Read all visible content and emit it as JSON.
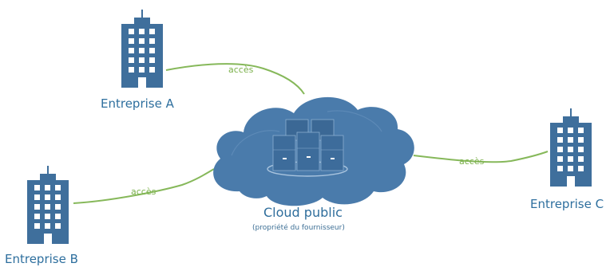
{
  "nodes": {
    "entreprise_a": {
      "label": "Entreprise A"
    },
    "entreprise_b": {
      "label": "Entreprise B"
    },
    "entreprise_c": {
      "label": "Entreprise C"
    }
  },
  "cloud": {
    "title": "Cloud public",
    "subtitle": "(propriété du fournisseur)"
  },
  "links": [
    {
      "from": "entreprise_a",
      "to": "cloud",
      "label": "accès"
    },
    {
      "from": "entreprise_b",
      "to": "cloud",
      "label": "accès"
    },
    {
      "from": "cloud",
      "to": "entreprise_c",
      "label": "accès"
    }
  ],
  "colors": {
    "building": "#3f6f9c",
    "building_dark": "#2f5a83",
    "window": "#ffffff",
    "cloud": "#4a7bab",
    "link": "#86b85a",
    "label": "#2e6f9e"
  },
  "icons": {
    "building": "building-icon",
    "cloud": "cloud-icon",
    "servers": "server-rack-icon"
  }
}
